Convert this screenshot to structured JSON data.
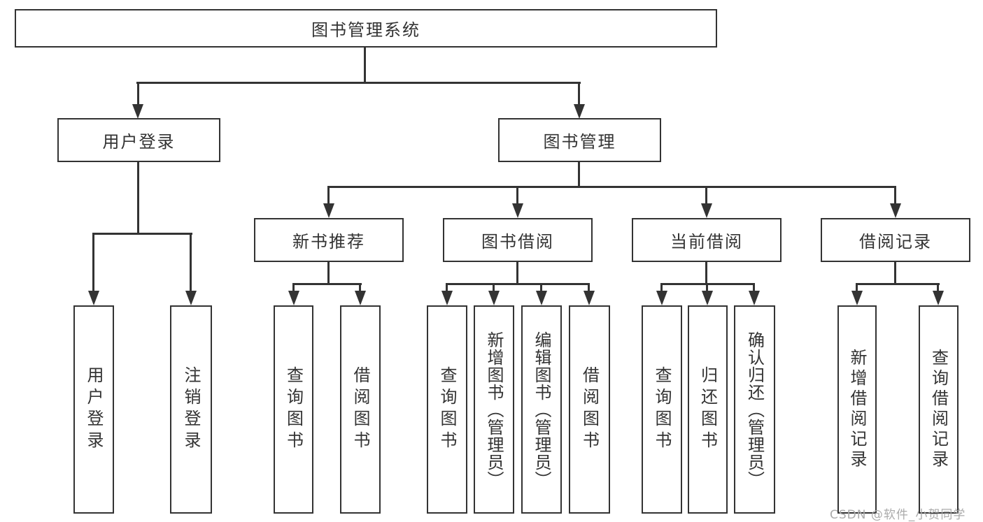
{
  "diagram": {
    "root": {
      "label": "图书管理系统"
    },
    "level2": [
      {
        "label": "用户登录"
      },
      {
        "label": "图书管理"
      }
    ],
    "level3": [
      {
        "label": "新书推荐"
      },
      {
        "label": "图书借阅"
      },
      {
        "label": "当前借阅"
      },
      {
        "label": "借阅记录"
      }
    ],
    "leaves": {
      "user": [
        {
          "label": "用户登录"
        },
        {
          "label": "注销登录"
        }
      ],
      "recommend": [
        {
          "label": "查询图书"
        },
        {
          "label": "借阅图书"
        }
      ],
      "borrow": [
        {
          "label": "查询图书"
        },
        {
          "label": "新增图书（管理员）"
        },
        {
          "label": "编辑图书（管理员）"
        },
        {
          "label": "借阅图书"
        }
      ],
      "current": [
        {
          "label": "查询图书"
        },
        {
          "label": "归还图书"
        },
        {
          "label": "确认归还（管理员）"
        }
      ],
      "records": [
        {
          "label": "新增借阅记录"
        },
        {
          "label": "查询借阅记录"
        }
      ]
    },
    "watermark": "CSDN @软件_小贺同学"
  },
  "colors": {
    "line": "#333333",
    "text": "#333333",
    "watermark": "#ababab",
    "background": "#ffffff"
  }
}
